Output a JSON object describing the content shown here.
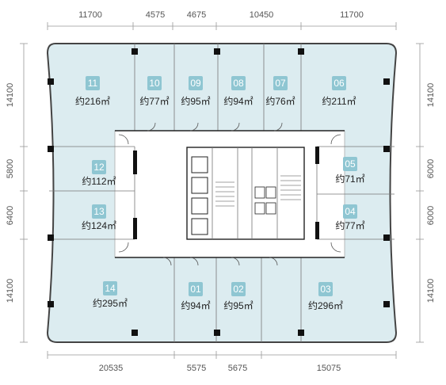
{
  "dimensions": {
    "top": [
      "11700",
      "4575",
      "4675",
      "10450",
      "11700"
    ],
    "bottom": [
      "20535",
      "5575",
      "5675",
      "15075"
    ],
    "left": [
      "14100",
      "5800",
      "6400",
      "14100"
    ],
    "right": [
      "14100",
      "6000",
      "6000",
      "14100"
    ]
  },
  "units": [
    {
      "id": "11",
      "area": "约216㎡"
    },
    {
      "id": "10",
      "area": "约77㎡"
    },
    {
      "id": "09",
      "area": "约95㎡"
    },
    {
      "id": "08",
      "area": "约94㎡"
    },
    {
      "id": "07",
      "area": "约76㎡"
    },
    {
      "id": "06",
      "area": "约211㎡"
    },
    {
      "id": "12",
      "area": "约112㎡"
    },
    {
      "id": "13",
      "area": "约124㎡"
    },
    {
      "id": "05",
      "area": "约71㎡"
    },
    {
      "id": "04",
      "area": "约77㎡"
    },
    {
      "id": "14",
      "area": "约295㎡"
    },
    {
      "id": "01",
      "area": "约94㎡"
    },
    {
      "id": "02",
      "area": "约95㎡"
    },
    {
      "id": "03",
      "area": "约296㎡"
    }
  ]
}
